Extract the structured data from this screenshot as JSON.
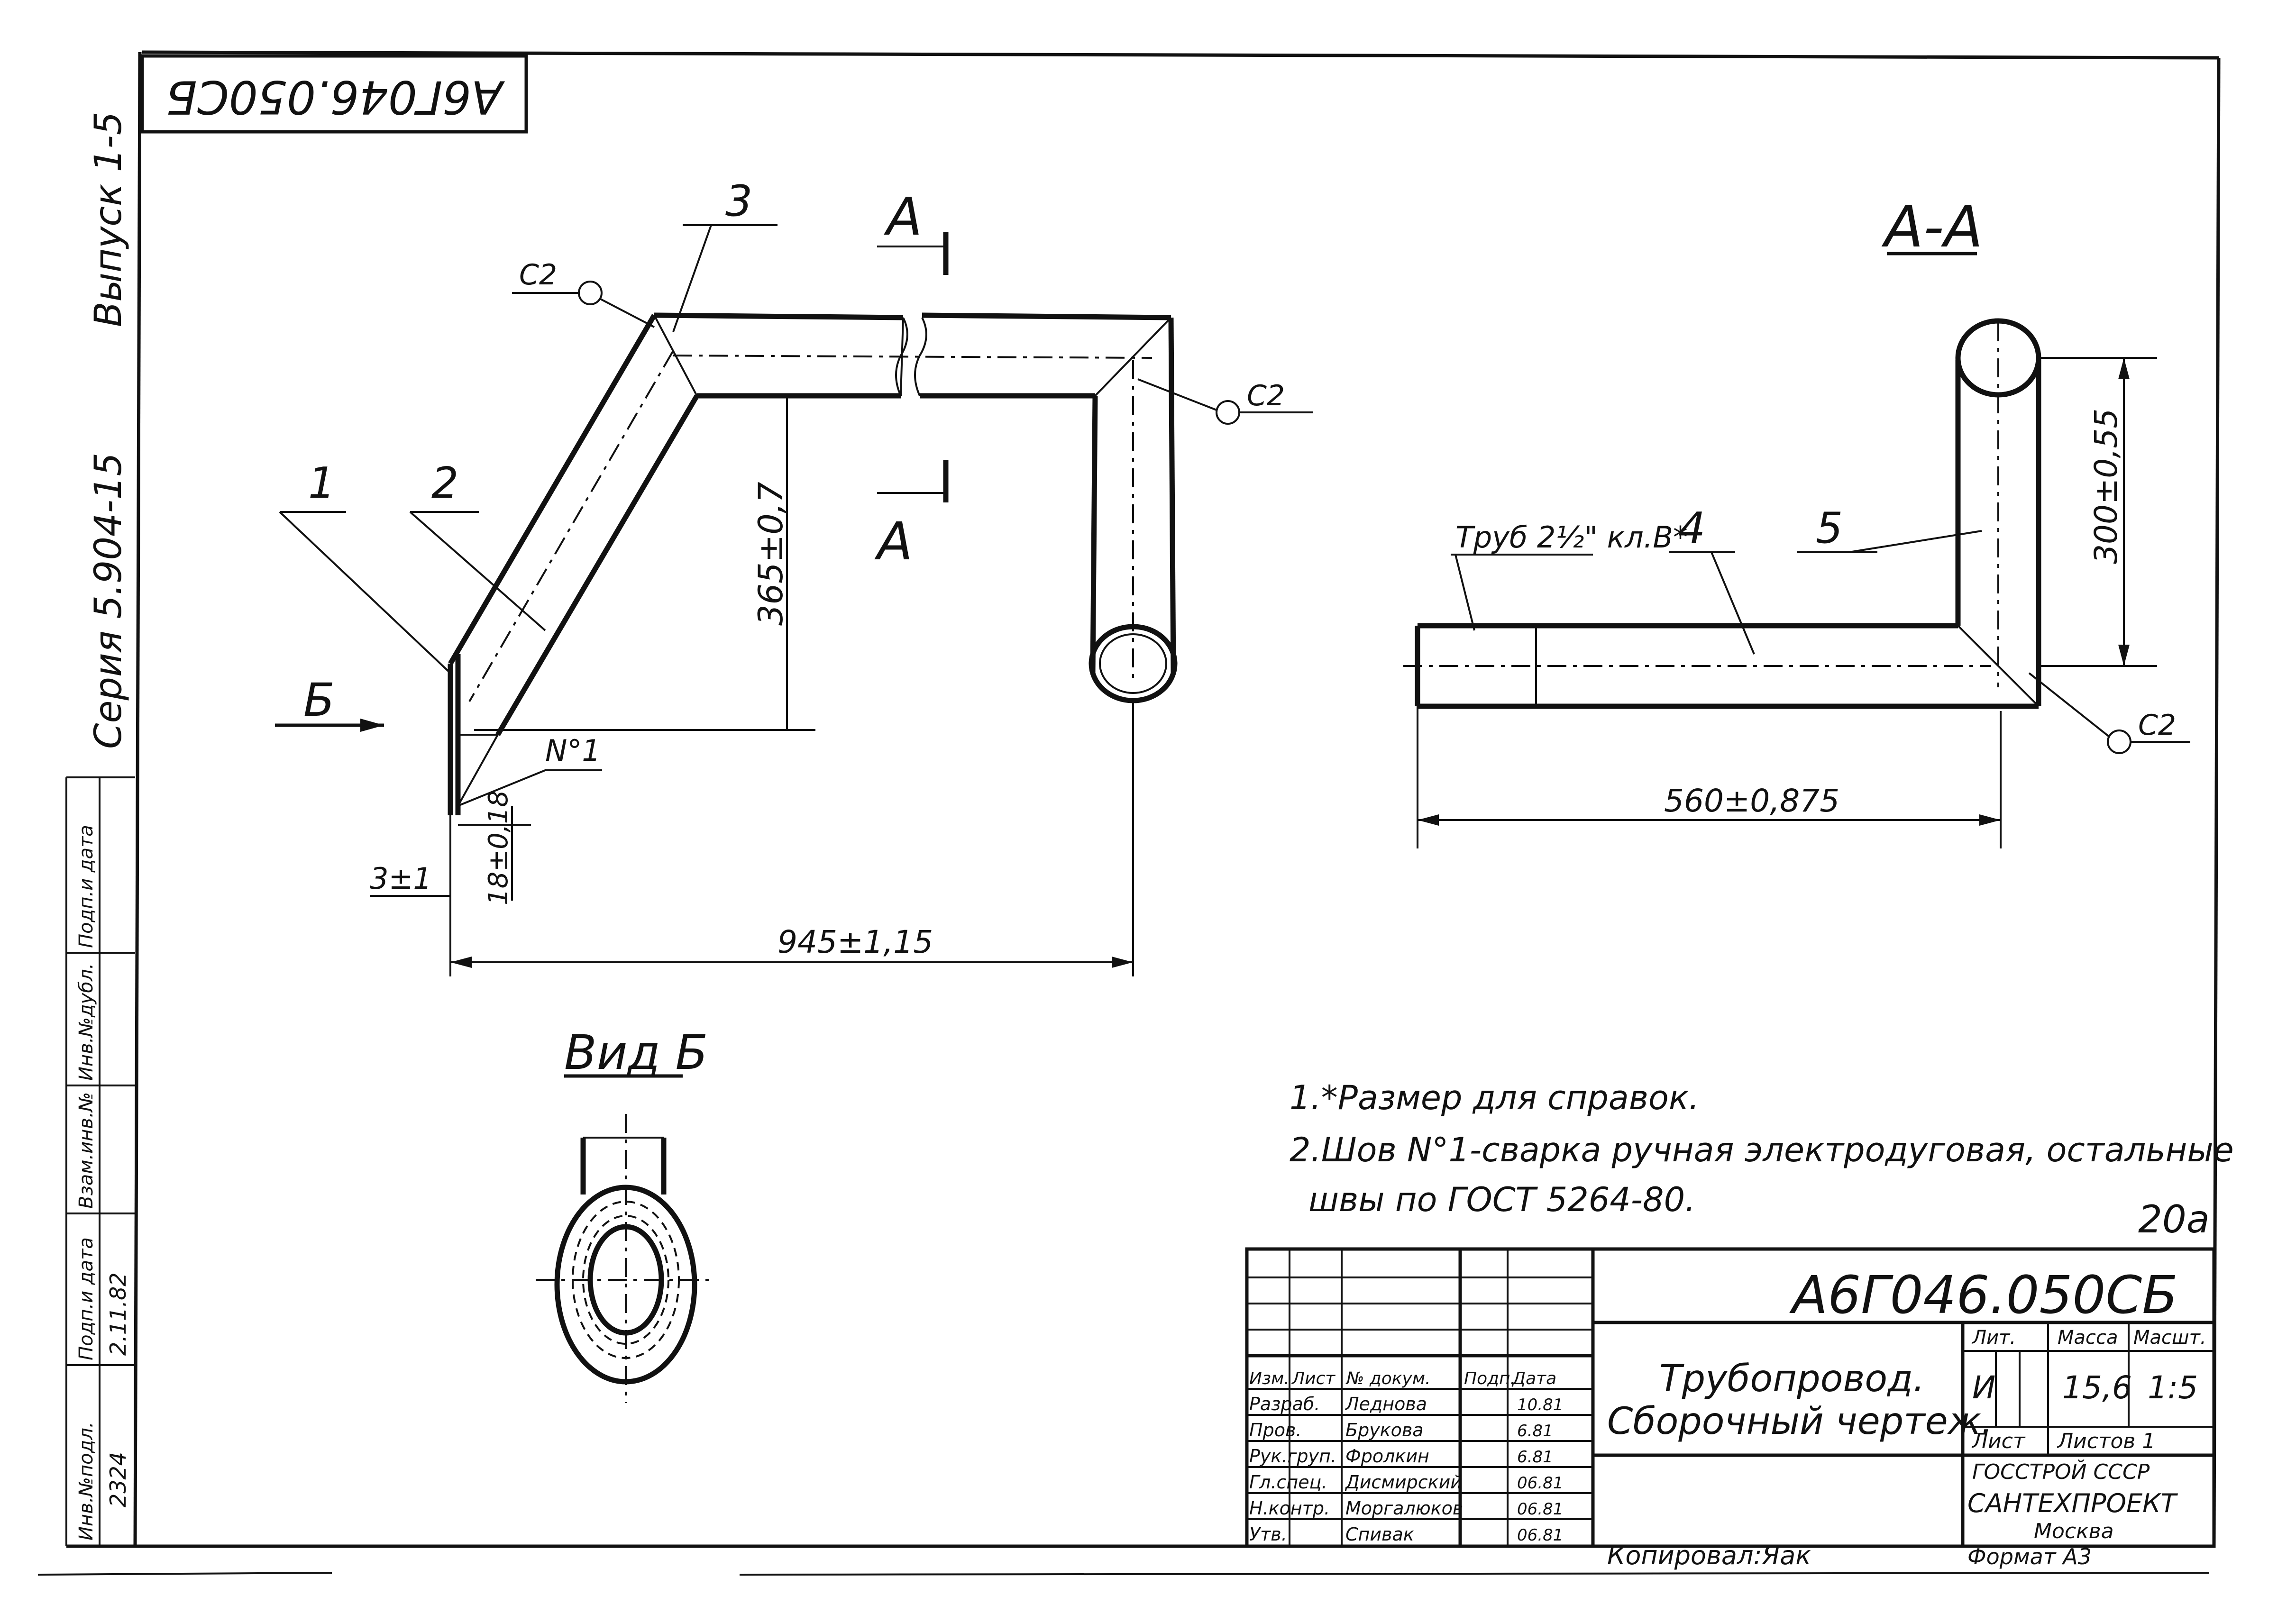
{
  "sheet": {
    "stamp_top": "А6Г046.050СБ",
    "issue": "Выпуск 1-5",
    "series": "Серия 5.904-15",
    "page_mark": "20а",
    "copied_by": "Копировал:Яак",
    "format": "Формат А3"
  },
  "side_stamp": {
    "labels": [
      "Инв.№подл.",
      "Подп.и дата",
      "Взам.инв.№",
      "Инв.№дубл.",
      "Подп.и дата"
    ],
    "inv_number": "2324",
    "sign_date": "2.11.82"
  },
  "main_view": {
    "section_letter_top": "А",
    "section_letter_bottom": "А",
    "view_arrow_letter": "Б",
    "callouts": [
      "1",
      "2",
      "3"
    ],
    "weld_mark_1": "С2",
    "weld_mark_2": "С2",
    "weld_number": "N°1",
    "dim_height": "365±0,7",
    "dim_length": "945±1,15",
    "dim_offset": "3±1",
    "dim_gap": "18±0,18"
  },
  "section_view": {
    "title": "А-А",
    "callouts": [
      "4",
      "5"
    ],
    "pipe_label": "Труб 2½\" кл.В*",
    "weld_mark": "С2",
    "dim_height": "300±0,55",
    "dim_length": "560±0,875"
  },
  "view_b": {
    "title": "Вид Б"
  },
  "notes": [
    "1.*Размер для справок.",
    "2.Шов N°1-сварка ручная электродуговая, остальные",
    "швы по ГОСТ 5264-80."
  ],
  "title_block": {
    "code": "А6Г046.050СБ",
    "name_line1": "Трубопровод.",
    "name_line2": "Сборочный чертеж.",
    "header_cols": [
      "Изм.",
      "Лист",
      "№ докум.",
      "Подп.",
      "Дата"
    ],
    "roles": [
      "Разраб.",
      "Пров.",
      "Рук.груп.",
      "Гл.спец.",
      "Н.контр.",
      "Утв."
    ],
    "names": [
      "Леднова",
      "Брукова",
      "Фролкин",
      "Дисмирский",
      "Моргалюков",
      "Спивак"
    ],
    "dates": [
      "10.81",
      "6.81",
      "6.81",
      "06.81",
      "06.81",
      "06.81"
    ],
    "lit_label": "Лит.",
    "mass_label": "Масса",
    "scale_label": "Масшт.",
    "lit_value": "И",
    "mass_value": "15,6",
    "scale_value": "1:5",
    "sheet_label": "Лист",
    "sheets_label": "Листов 1",
    "org_line1": "ГОССТРОЙ СССР",
    "org_line2": "САНТЕХПРОЕКТ",
    "org_line3": "Москва"
  }
}
